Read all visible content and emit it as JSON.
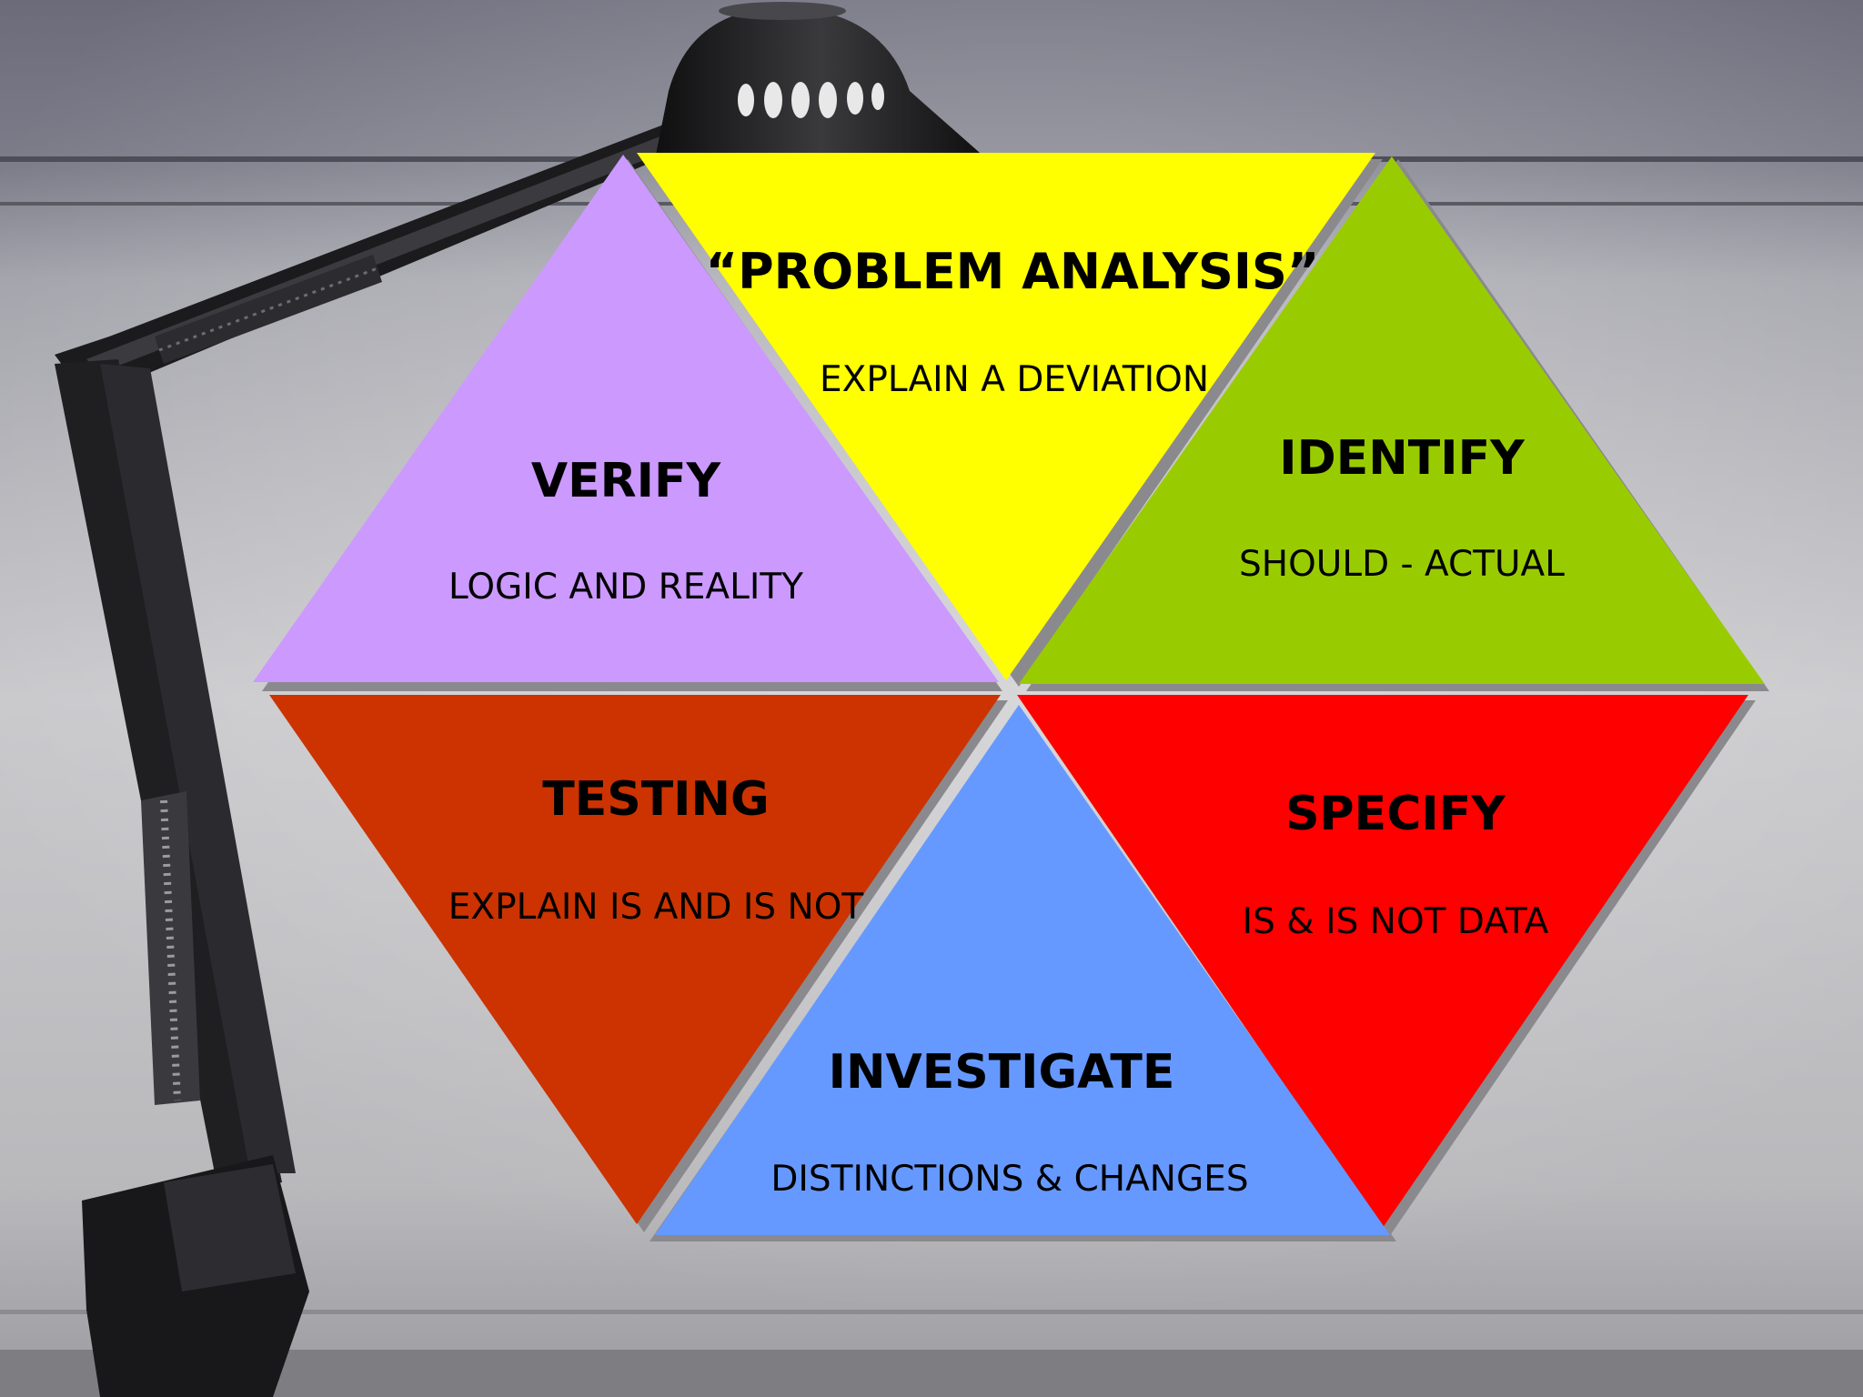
{
  "diagram": {
    "title": "“PROBLEM ANALYSIS”",
    "subtitle": "EXPLAIN A DEVIATION",
    "segments": [
      {
        "id": "verify",
        "title": "VERIFY",
        "subtitle": "LOGIC AND REALITY",
        "color": "#cc99ff"
      },
      {
        "id": "identify",
        "title": "IDENTIFY",
        "subtitle": "SHOULD - ACTUAL",
        "color": "#99cc00"
      },
      {
        "id": "testing",
        "title": "TESTING",
        "subtitle": "EXPLAIN IS AND IS NOT",
        "color": "#cc3300"
      },
      {
        "id": "specify",
        "title": "SPECIFY",
        "subtitle": "IS & IS NOT DATA",
        "color": "#ff0000"
      },
      {
        "id": "investigate",
        "title": "INVESTIGATE",
        "subtitle": "DISTINCTIONS & CHANGES",
        "color": "#6699ff"
      }
    ],
    "top_color": "#ffff00"
  },
  "background": {
    "wall_color": "#b8b8be",
    "lamp_color": "#1e1e20"
  }
}
